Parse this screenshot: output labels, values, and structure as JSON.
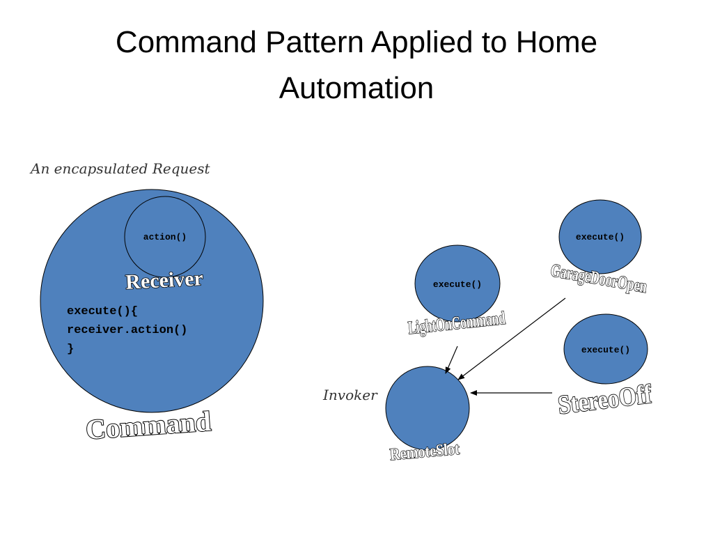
{
  "slide": {
    "title_line1": "Command Pattern Applied to Home",
    "title_line2": "Automation"
  },
  "diagram": {
    "annotation_request": "An encapsulated Request",
    "command": {
      "label": "Command",
      "receiver_label": "Receiver",
      "receiver_method": "action()",
      "code_line1": "execute(){",
      "code_line2": "receiver.action()",
      "code_line3": "}"
    },
    "commands": {
      "light_on": {
        "label": "LightOnCommand",
        "method": "execute()"
      },
      "garage": {
        "label": "GarageDoorOpen",
        "method": "execute()"
      },
      "stereo": {
        "label": "StereoOff",
        "method": "execute()"
      }
    },
    "invoker": {
      "annotation": "Invoker",
      "label": "RemoteSlot"
    },
    "colors": {
      "fill": "#4f81bd",
      "stroke": "#000000"
    }
  }
}
